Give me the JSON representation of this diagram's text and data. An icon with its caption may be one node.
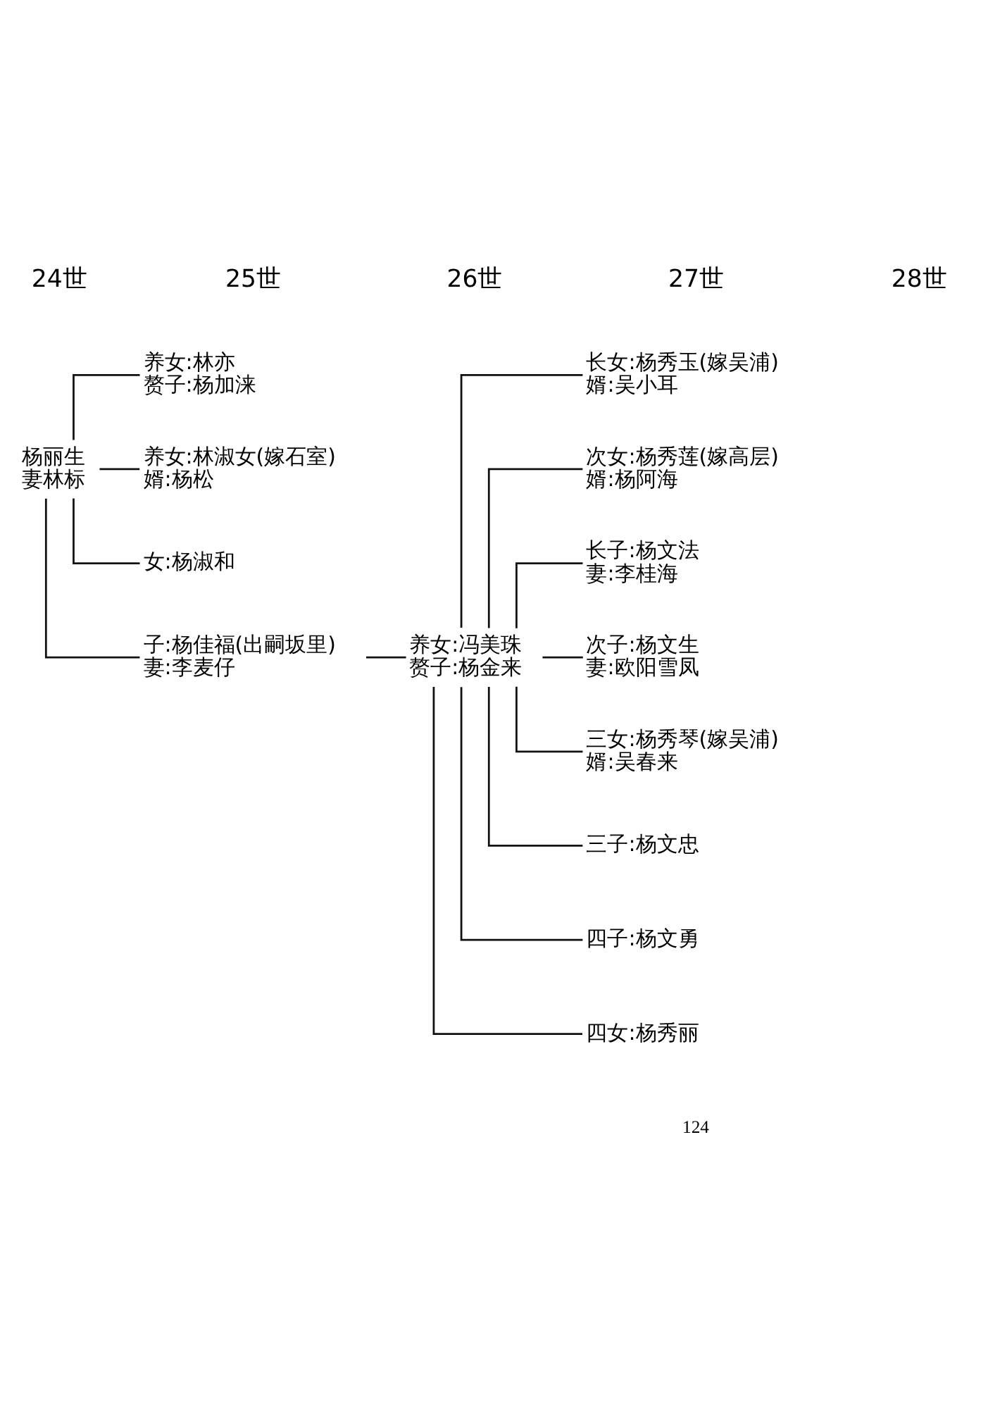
{
  "diagram": {
    "nodes": [
      {
        "text": [
          "杨丽生",
          "妻林标"
        ]
      },
      {
        "text": [
          "养女:林亦",
          "赘子:杨加涞"
        ]
      },
      {
        "text": [
          "养女:林淑女(嫁石室)",
          "婿:杨松"
        ]
      },
      {
        "text": [
          "女:杨淑和"
        ]
      },
      {
        "text": [
          "子:杨佳福(出嗣坂里)",
          "妻:李麦仔"
        ]
      },
      {
        "text": [
          "养女:冯美珠",
          "赘子:杨金来"
        ]
      },
      {
        "text": [
          "长女:杨秀玉(嫁吴浦)",
          "婿:吴小耳"
        ]
      },
      {
        "text": [
          "次女:杨秀莲(嫁高层)",
          "婿:杨阿海"
        ]
      },
      {
        "text": [
          "长子:杨文法",
          "妻:李桂海"
        ]
      },
      {
        "text": [
          "次子:杨文生",
          "妻:欧阳雪凤"
        ]
      },
      {
        "text": [
          "三女:杨秀琴(嫁吴浦)",
          "婿:吴春来"
        ]
      },
      {
        "text": [
          "三子:杨文忠"
        ]
      },
      {
        "text": [
          "四子:杨文勇"
        ]
      },
      {
        "text": [
          "四女:杨秀丽"
        ]
      }
    ],
    "edges": [
      {
        "from": 0,
        "to": 1,
        "arrow": "none"
      },
      {
        "from": 0,
        "to": 2,
        "arrow": "none"
      },
      {
        "from": 0,
        "to": 3,
        "arrow": "none"
      },
      {
        "from": 0,
        "to": 4,
        "arrow": "none"
      },
      {
        "from": 4,
        "to": 5,
        "arrow": "none"
      },
      {
        "from": 5,
        "to": 6,
        "arrow": "none"
      },
      {
        "from": 5,
        "to": 7,
        "arrow": "none"
      },
      {
        "from": 5,
        "to": 8,
        "arrow": "none"
      },
      {
        "from": 5,
        "to": 9,
        "arrow": "none"
      },
      {
        "from": 5,
        "to": 10,
        "arrow": "none"
      },
      {
        "from": 5,
        "to": 11,
        "arrow": "none"
      },
      {
        "from": 5,
        "to": 12,
        "arrow": "none"
      },
      {
        "from": 5,
        "to": 13,
        "arrow": "none"
      }
    ],
    "labels": [
      "24世",
      "25世",
      "26世",
      "27世",
      "28世",
      "124"
    ]
  }
}
